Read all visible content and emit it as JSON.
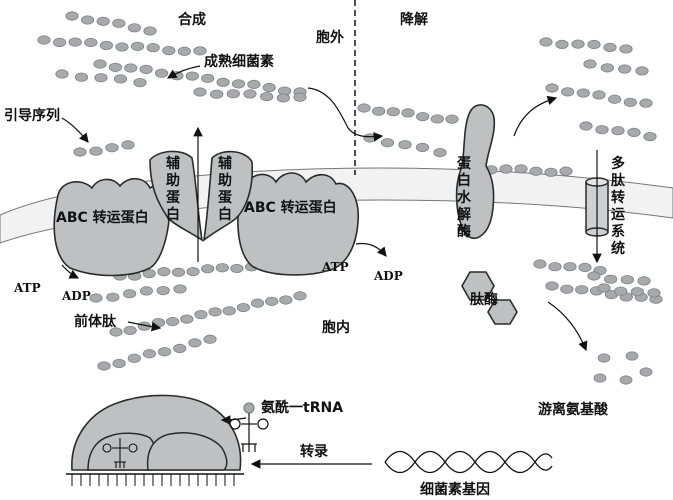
{
  "labels": {
    "synthesis": "合成",
    "degradation": "降解",
    "extracellular": "胞外",
    "intracellular": "胞内",
    "mature_bacteriocin": "成熟细菌素",
    "leader_sequence": "引导序列",
    "helper_protein_1": "辅助蛋白",
    "helper_protein_2": "辅助蛋白",
    "abc_transporter_1": "ABC 转运蛋白",
    "abc_transporter_2": "ABC 转运蛋白",
    "protease": "蛋白水解酶",
    "peptide_transport_system": "多肽转运系统",
    "peptidase": "肽酶",
    "free_amino_acids": "游离氨基酸",
    "atp_left": "ATP",
    "adp_left": "ADP",
    "atp_right": "ATP",
    "adp_right": "ADP",
    "precursor_peptide": "前体肽",
    "aminoacyl_trna": "氨酰一tRNA",
    "transcription": "转录",
    "bacteriocin_gene": "细菌素基因"
  },
  "colors": {
    "bead_fill": "#a7a9ac",
    "protein_fill": "#bfc0c2",
    "membrane_fill": "#f2f2f2",
    "outline": "#2b2b2b"
  }
}
